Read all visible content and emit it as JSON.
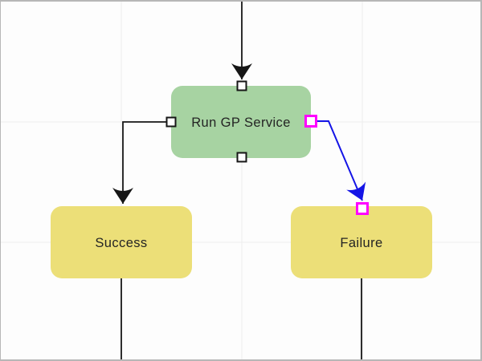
{
  "canvas": {
    "background": "#fdfdfd",
    "border_color": "#b7b7b7",
    "grid_color": "#ededed"
  },
  "nodes": [
    {
      "id": "run-gp-service",
      "label": "Run GP Service",
      "fill": "#a7d3a2",
      "text_color": "#242424"
    },
    {
      "id": "success",
      "label": "Success",
      "fill": "#ecdf78",
      "text_color": "#242424"
    },
    {
      "id": "failure",
      "label": "Failure",
      "fill": "#ecdf78",
      "text_color": "#242424"
    }
  ],
  "connectors": {
    "default_color": "#161616",
    "selected_color": "#1414e6",
    "items": [
      {
        "id": "incoming-to-run-gp-service",
        "state": "default"
      },
      {
        "id": "run-gp-service-to-success",
        "state": "default"
      },
      {
        "id": "run-gp-service-to-failure",
        "state": "selected"
      },
      {
        "id": "success-outgoing",
        "state": "default"
      },
      {
        "id": "failure-outgoing",
        "state": "default"
      }
    ]
  },
  "handles": {
    "port_fill": "#ffffff",
    "port_border": "#161616",
    "selected_border": "#ff00ff"
  }
}
